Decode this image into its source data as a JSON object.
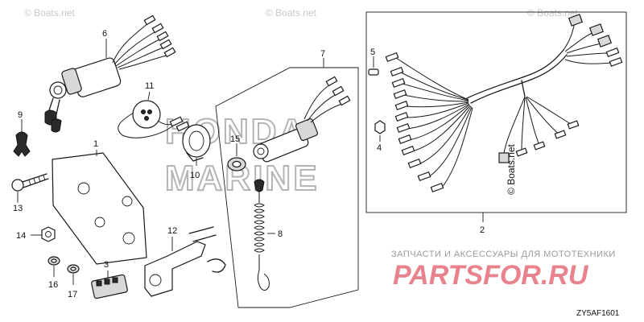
{
  "diagram": {
    "callouts": [
      "1",
      "2",
      "3",
      "4",
      "5",
      "6",
      "7",
      "8",
      "9",
      "10",
      "11",
      "12",
      "13",
      "14",
      "15",
      "16",
      "17"
    ],
    "diagram_code": "ZY5AF1601",
    "copyright_mark": "© Boats.net",
    "watermark_site": "© Boats.net",
    "watermark_line1": "HONDA",
    "watermark_line2": "MARINE"
  },
  "footer": {
    "tagline": "ЗАПЧАСТИ И АКСЕССУАРЫ ДЛЯ МОТОТЕХНИКИ",
    "brand": "PARTSFOR.RU"
  }
}
